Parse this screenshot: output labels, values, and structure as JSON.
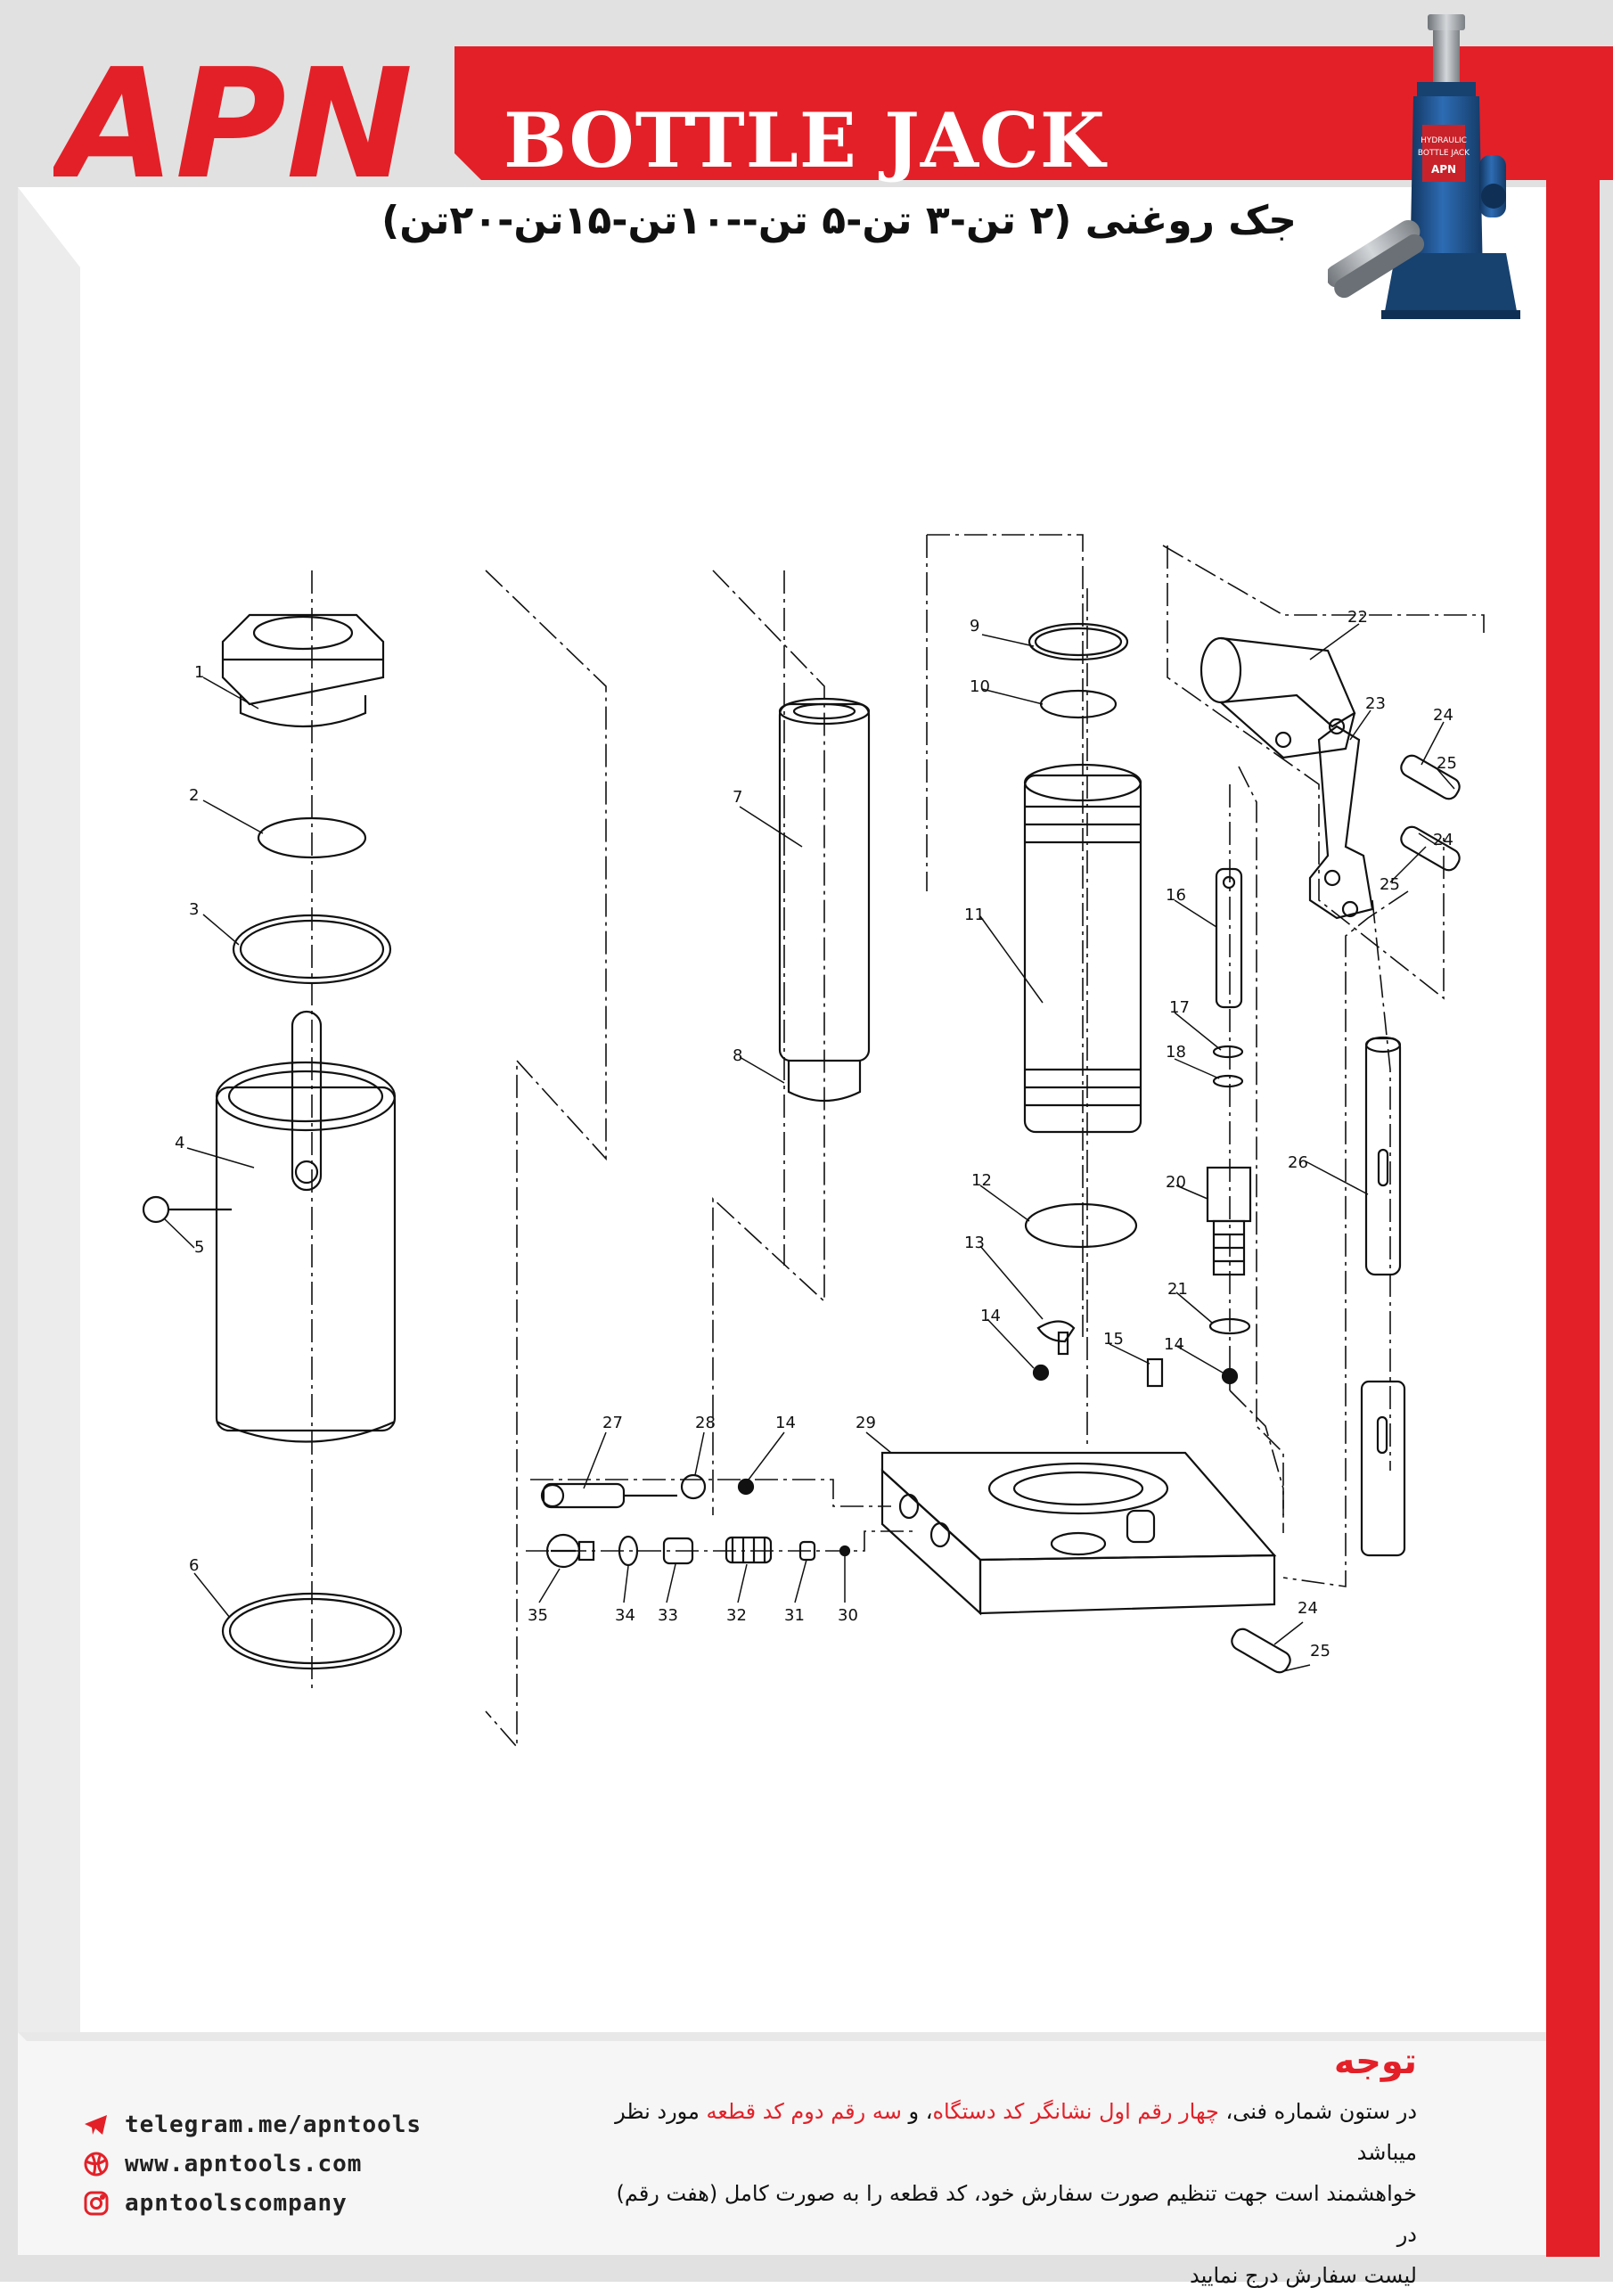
{
  "brand": {
    "logo_text": "APN"
  },
  "header": {
    "title_en": "BOTTLE JACK",
    "title_fa": "جک روغنی (۲ تن-۳ تن-۵ تن--۱۰تن-۱۵تن-۲۰تن)"
  },
  "product_photo": {
    "label_lines": [
      "HYDRAULIC",
      "BOTTLE JACK",
      "APN"
    ]
  },
  "diagram": {
    "part_numbers": [
      "1",
      "2",
      "3",
      "4",
      "5",
      "6",
      "7",
      "8",
      "9",
      "10",
      "11",
      "12",
      "13",
      "14",
      "15",
      "16",
      "17",
      "18",
      "20",
      "21",
      "22",
      "23",
      "24",
      "25",
      "26",
      "27",
      "28",
      "29",
      "30",
      "31",
      "32",
      "33",
      "34",
      "35"
    ]
  },
  "note": {
    "title": "توجه",
    "line1_a": "در ستون شماره فنی، ",
    "line1_b": "چهار رقم اول نشانگر کد دستگاه",
    "line1_c": "، و ",
    "line1_d": "سه رقم دوم کد قطعه",
    "line1_e": " مورد نظر میباشد",
    "line2": "خواهشمند است جهت تنظیم صورت سفارش خود، کد قطعه را به صورت کامل (هفت رقم) در",
    "line3": "لیست سفارش درج نمایید"
  },
  "contacts": {
    "telegram": "telegram.me/apntools",
    "website": "www.apntools.com",
    "instagram": "apntoolscompany"
  },
  "colors": {
    "accent_red": "#e32028",
    "frame_gray": "#e1e1e1",
    "jack_blue": "#1d4f8c"
  }
}
